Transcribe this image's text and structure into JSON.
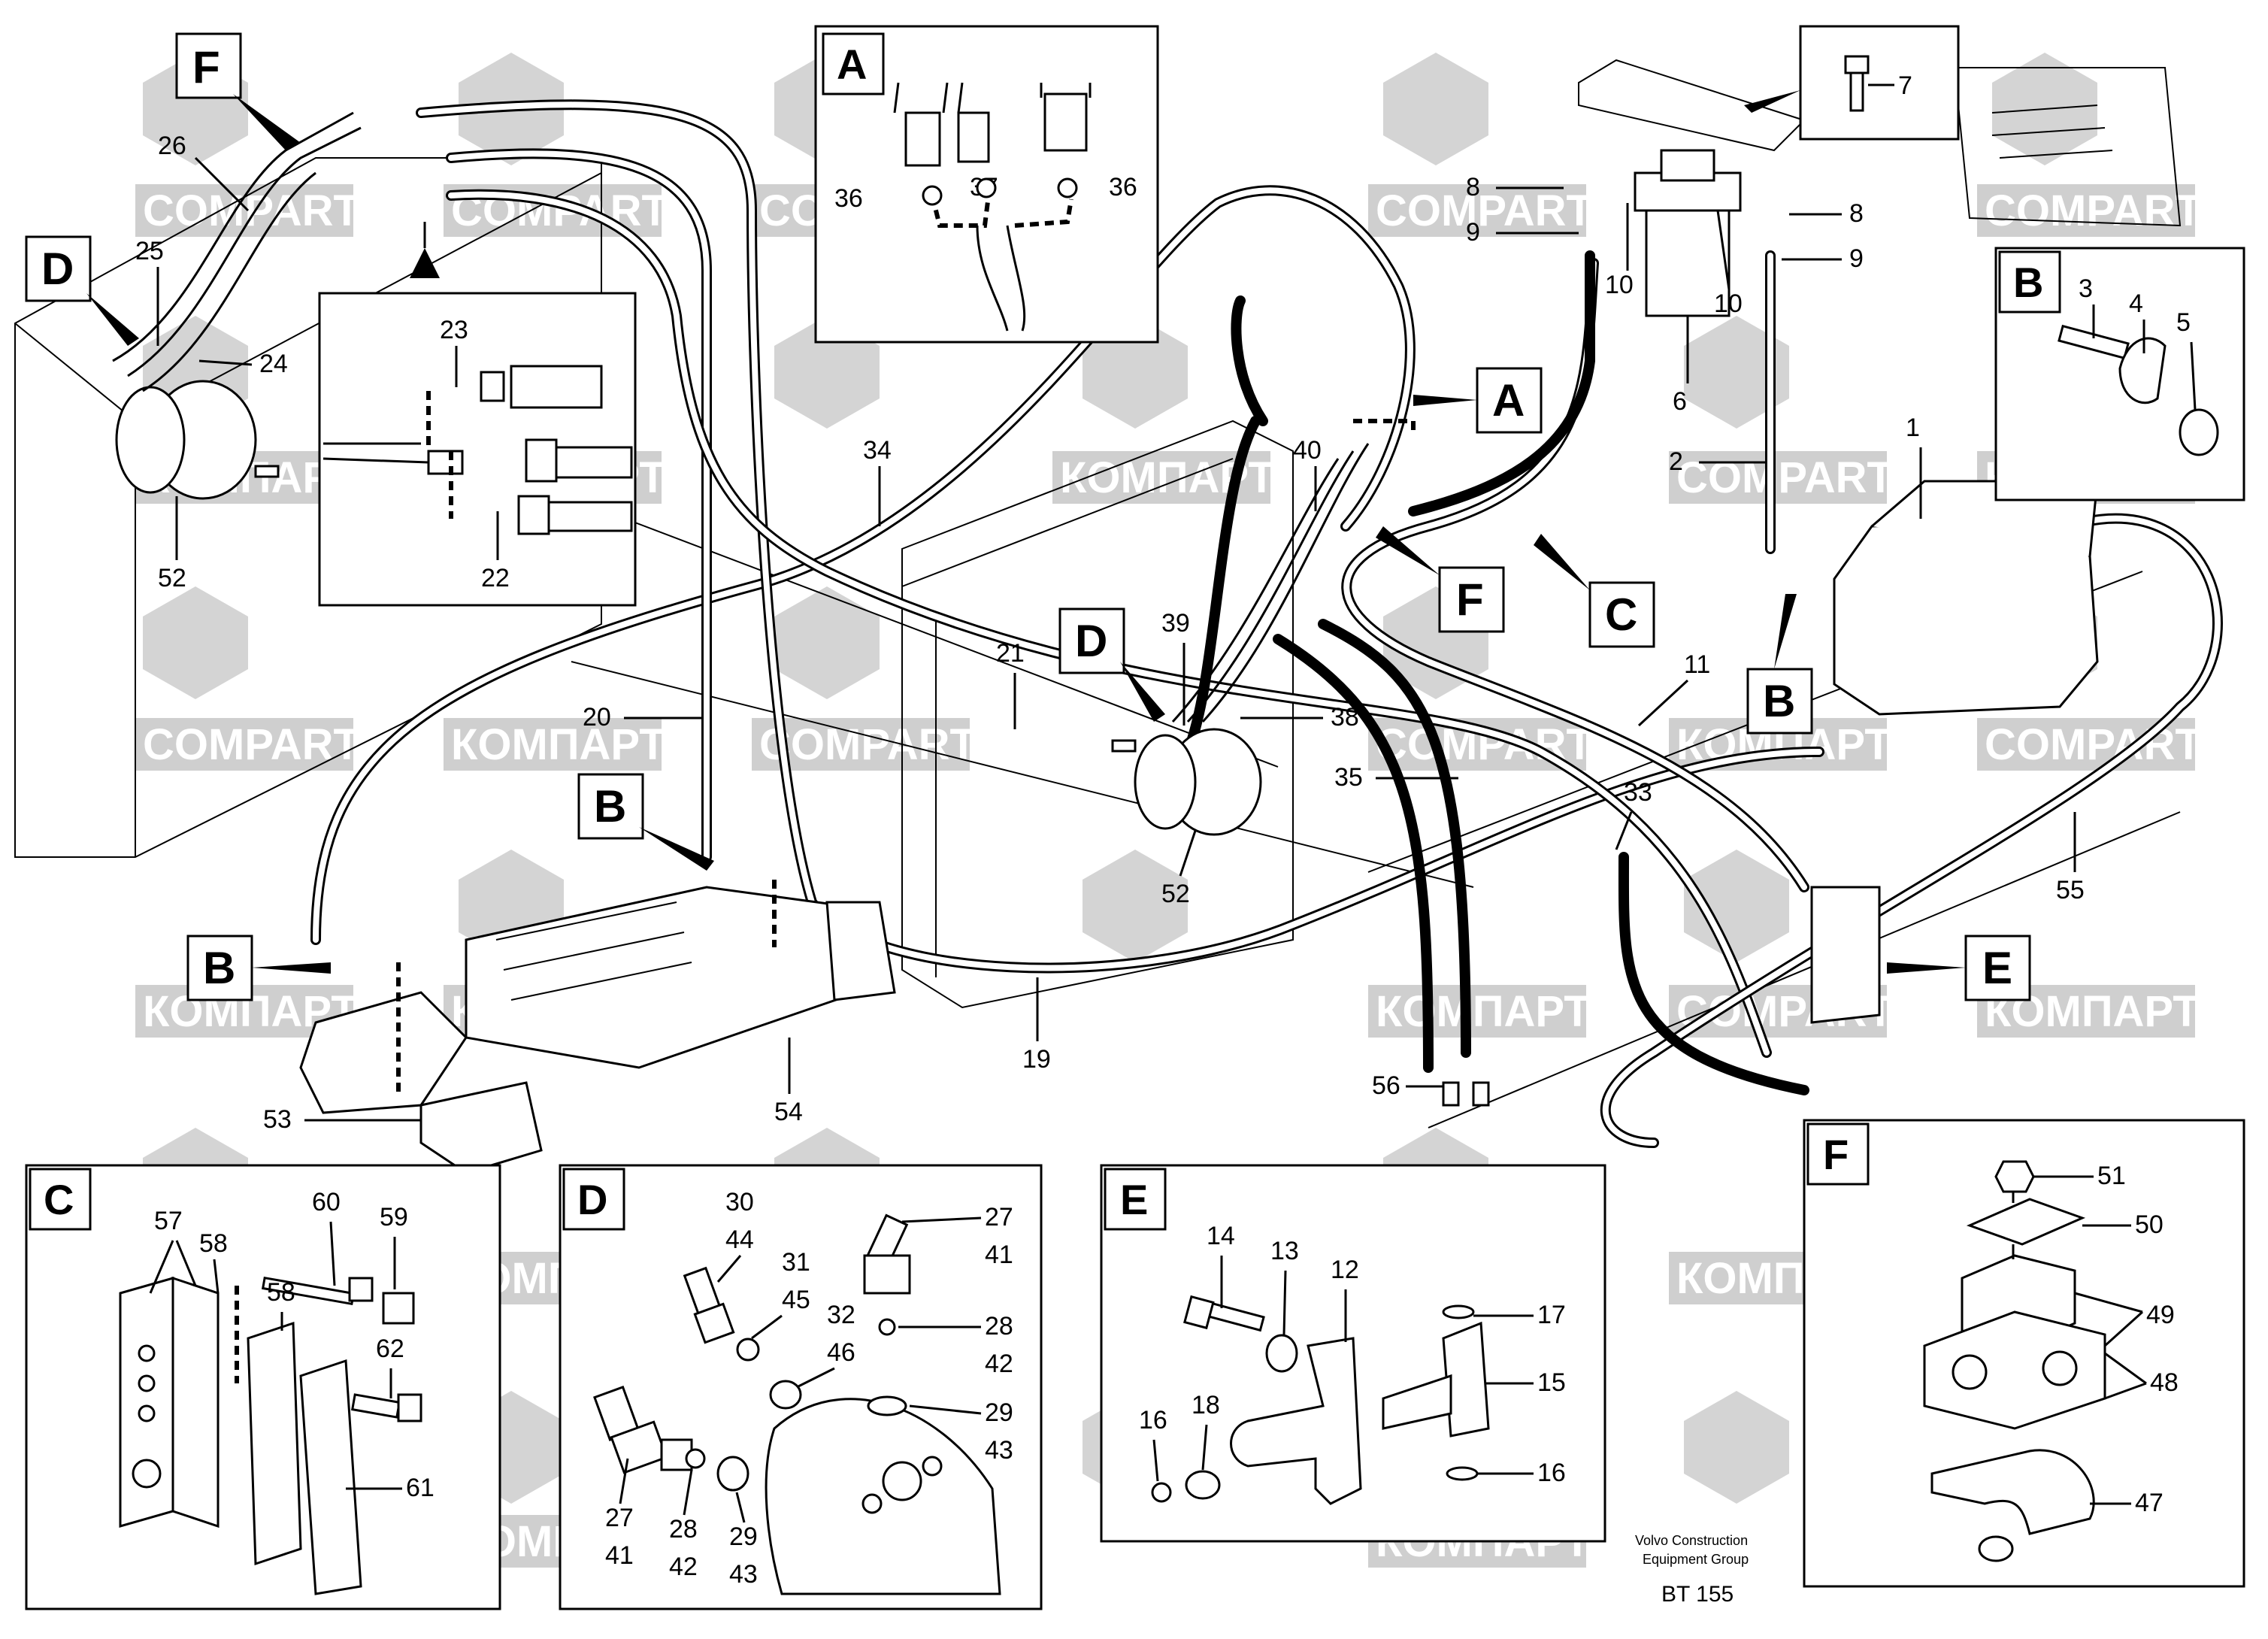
{
  "watermark": {
    "latin": "COMPART",
    "cyrillic": "КОМПАРТ"
  },
  "insets": {
    "A": {
      "letter": "A",
      "labels": [
        "36",
        "37",
        "36"
      ]
    },
    "B": {
      "letter": "B",
      "labels": [
        "3",
        "4",
        "5"
      ]
    },
    "C": {
      "letter": "C",
      "labels": [
        "57",
        "58",
        "60",
        "59",
        "58",
        "62",
        "61"
      ]
    },
    "D": {
      "letter": "D",
      "labels": [
        "30",
        "44",
        "31",
        "45",
        "32",
        "46",
        "27",
        "41",
        "28",
        "42",
        "29",
        "43",
        "27",
        "41",
        "28",
        "42",
        "29",
        "43"
      ]
    },
    "E": {
      "letter": "E",
      "labels": [
        "14",
        "13",
        "12",
        "17",
        "15",
        "16",
        "18",
        "16"
      ]
    },
    "F": {
      "letter": "F",
      "labels": [
        "51",
        "50",
        "49",
        "48",
        "47"
      ]
    },
    "detail": {
      "labels": [
        "23",
        "22"
      ]
    },
    "bolt": {
      "labels": [
        "7"
      ]
    }
  },
  "callouts": [
    "F",
    "D",
    "A",
    "F",
    "C",
    "D",
    "B",
    "B",
    "E",
    "B"
  ],
  "main_labels": [
    "26",
    "25",
    "24",
    "52",
    "34",
    "20",
    "21",
    "39",
    "38",
    "40",
    "8",
    "9",
    "10",
    "10",
    "6",
    "8",
    "9",
    "2",
    "1",
    "11",
    "35",
    "33",
    "52",
    "55",
    "19",
    "54",
    "53",
    "56"
  ],
  "footer": {
    "company": "Volvo Construction",
    "group": "Equipment Group",
    "code": "BT 155"
  }
}
